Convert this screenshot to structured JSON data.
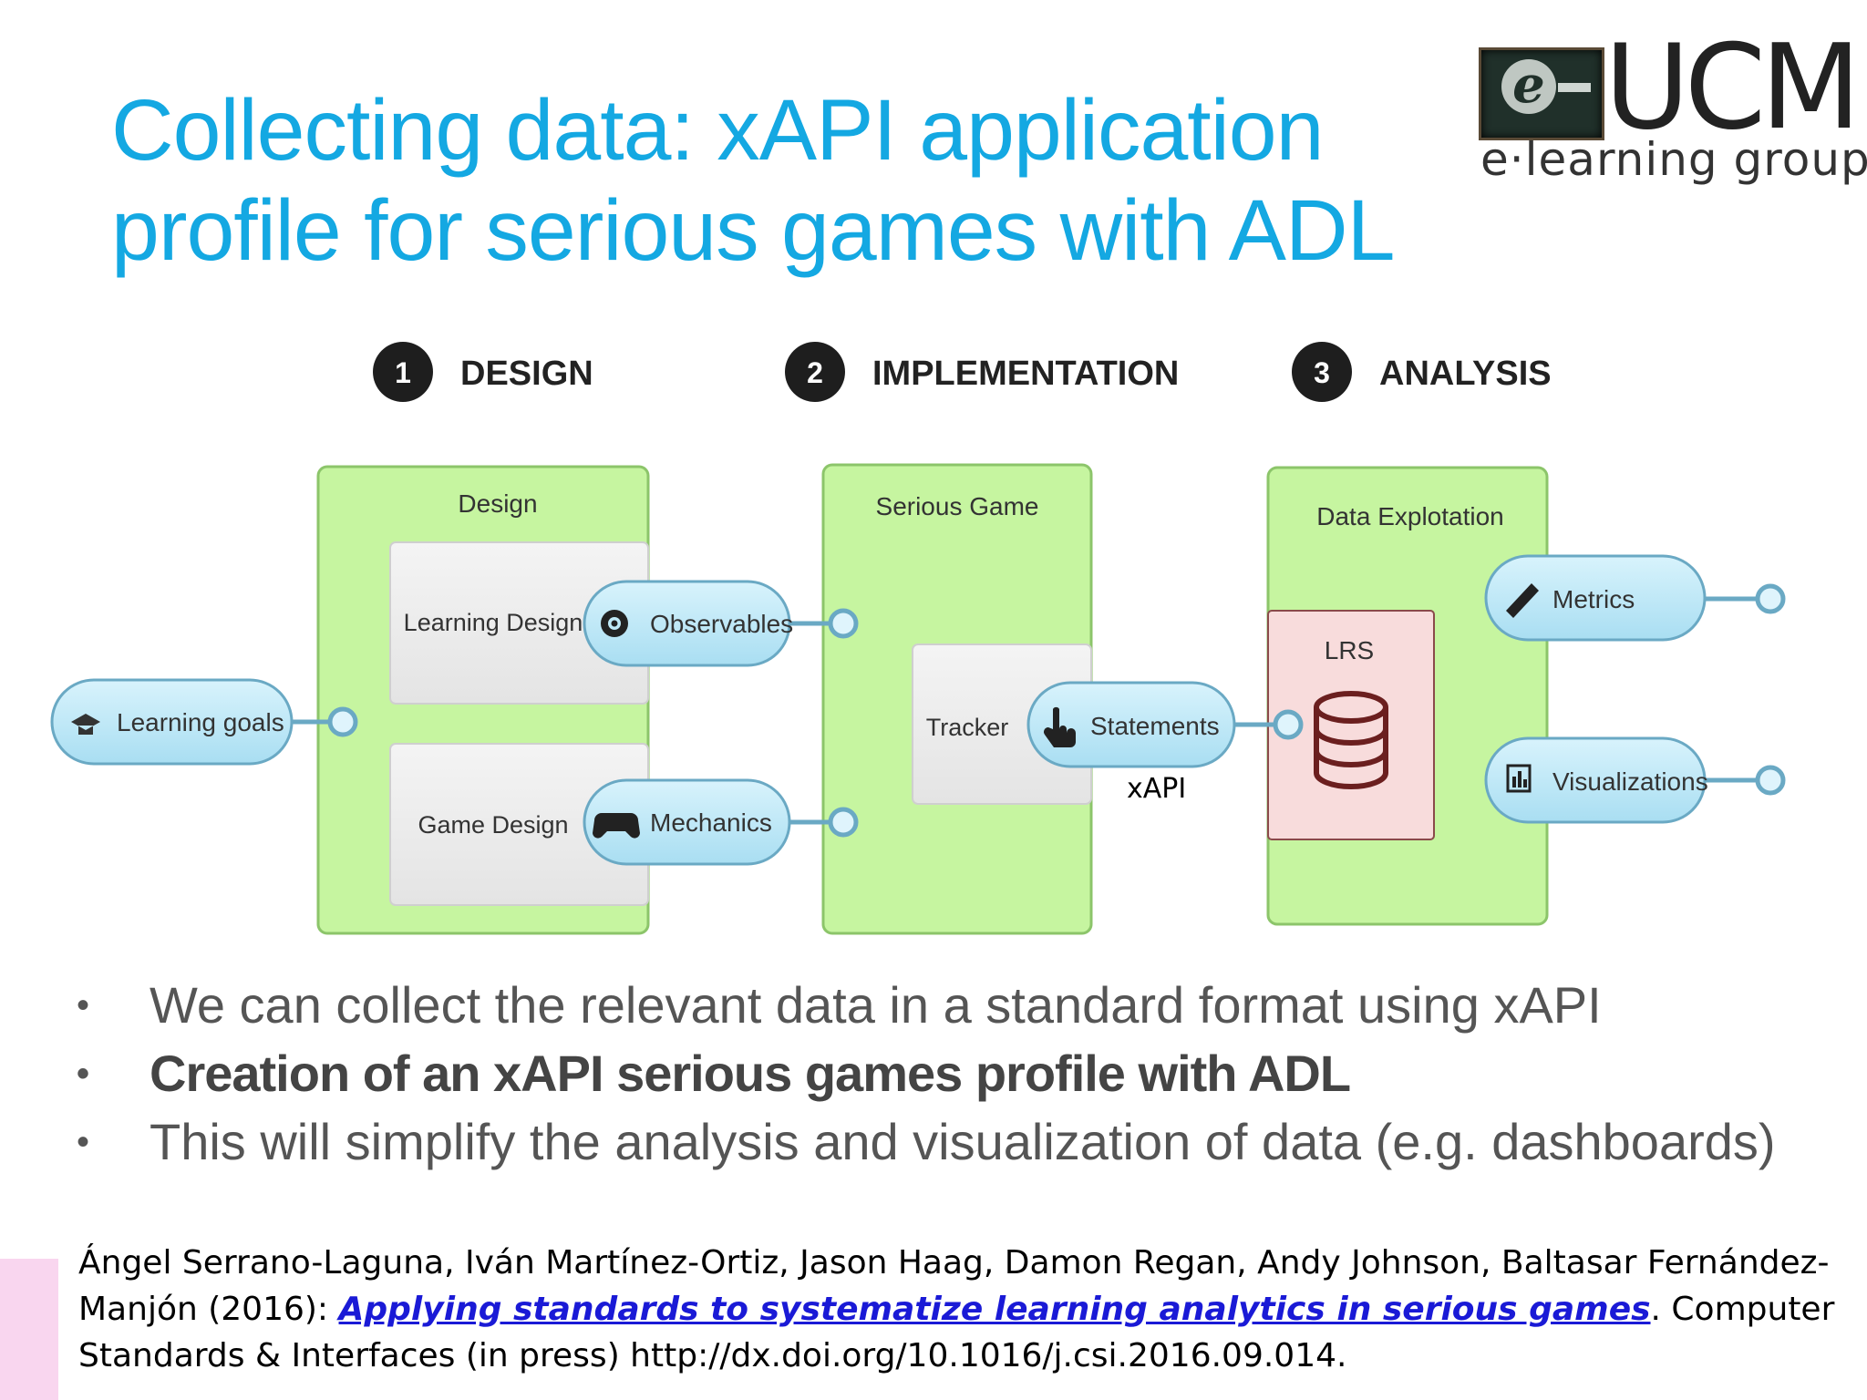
{
  "title_line1": "Collecting data: xAPI application",
  "title_line2": "profile for serious games with ADL",
  "logo": {
    "mark": "e",
    "name": "UCM",
    "subtitle": "e·learning group"
  },
  "stages": [
    {
      "number": "1",
      "label": "DESIGN"
    },
    {
      "number": "2",
      "label": "IMPLEMENTATION"
    },
    {
      "number": "3",
      "label": "ANALYSIS"
    }
  ],
  "diagram": {
    "design_box": "Design",
    "learning_design": "Learning Design",
    "game_design": "Game Design",
    "observables": "Observables",
    "mechanics": "Mechanics",
    "learning_goals": "Learning goals",
    "serious_game": "Serious Game",
    "tracker": "Tracker",
    "statements": "Statements",
    "xapi": "xAPI",
    "data_exploitation": "Data Explotation",
    "lrs": "LRS",
    "metrics": "Metrics",
    "visualizations": "Visualizations"
  },
  "colors": {
    "title": "#14a8e2",
    "green_box": "#c6f5a0",
    "pill": "#bfe9f7",
    "lrs": "#f8dcdc"
  },
  "bullets": [
    {
      "text": "We can collect the relevant data in a standard format using xAPI",
      "bold": false
    },
    {
      "text": "Creation of an xAPI serious games profile with ADL",
      "bold": true
    },
    {
      "text": "This will simplify the analysis and visualization of data (e.g. dashboards)",
      "bold": false
    }
  ],
  "reference": {
    "authors": "Ángel Serrano-Laguna, Iván Martínez-Ortiz, Jason Haag, Damon Regan, Andy Johnson, Baltasar Fernández-Manjón (2016): ",
    "link_text": "Applying standards to systematize learning analytics in serious games",
    "rest": ". Computer Standards & Interfaces (in press) http://dx.doi.org/10.1016/j.csi.2016.09.014."
  }
}
